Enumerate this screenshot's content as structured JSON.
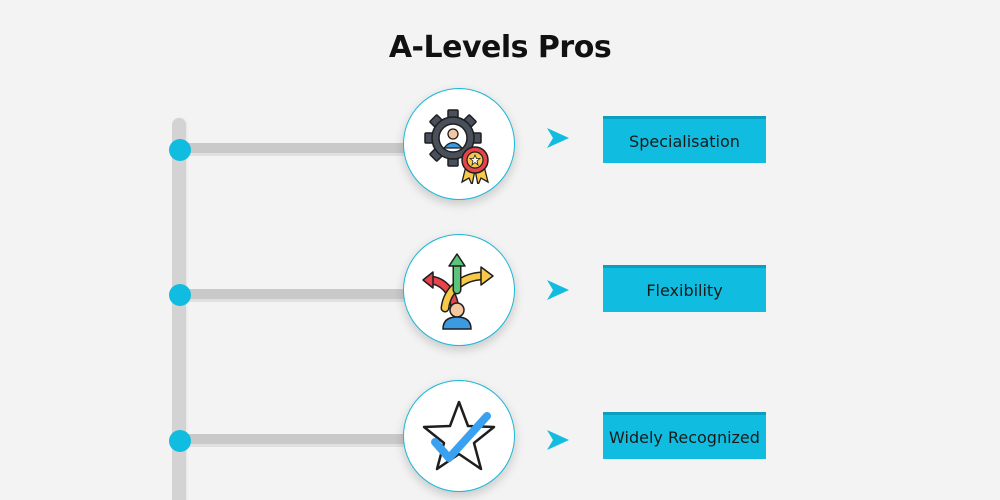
{
  "title": "A-Levels Pros",
  "colors": {
    "accent": "#10bde0",
    "spine": "#d3d3d3",
    "background": "#f3f3f3"
  },
  "items": [
    {
      "label": "Specialisation",
      "icon": "gear-person-award-icon"
    },
    {
      "label": "Flexibility",
      "icon": "person-multiple-paths-icon"
    },
    {
      "label": "Widely Recognized",
      "icon": "star-checkmark-icon"
    }
  ]
}
